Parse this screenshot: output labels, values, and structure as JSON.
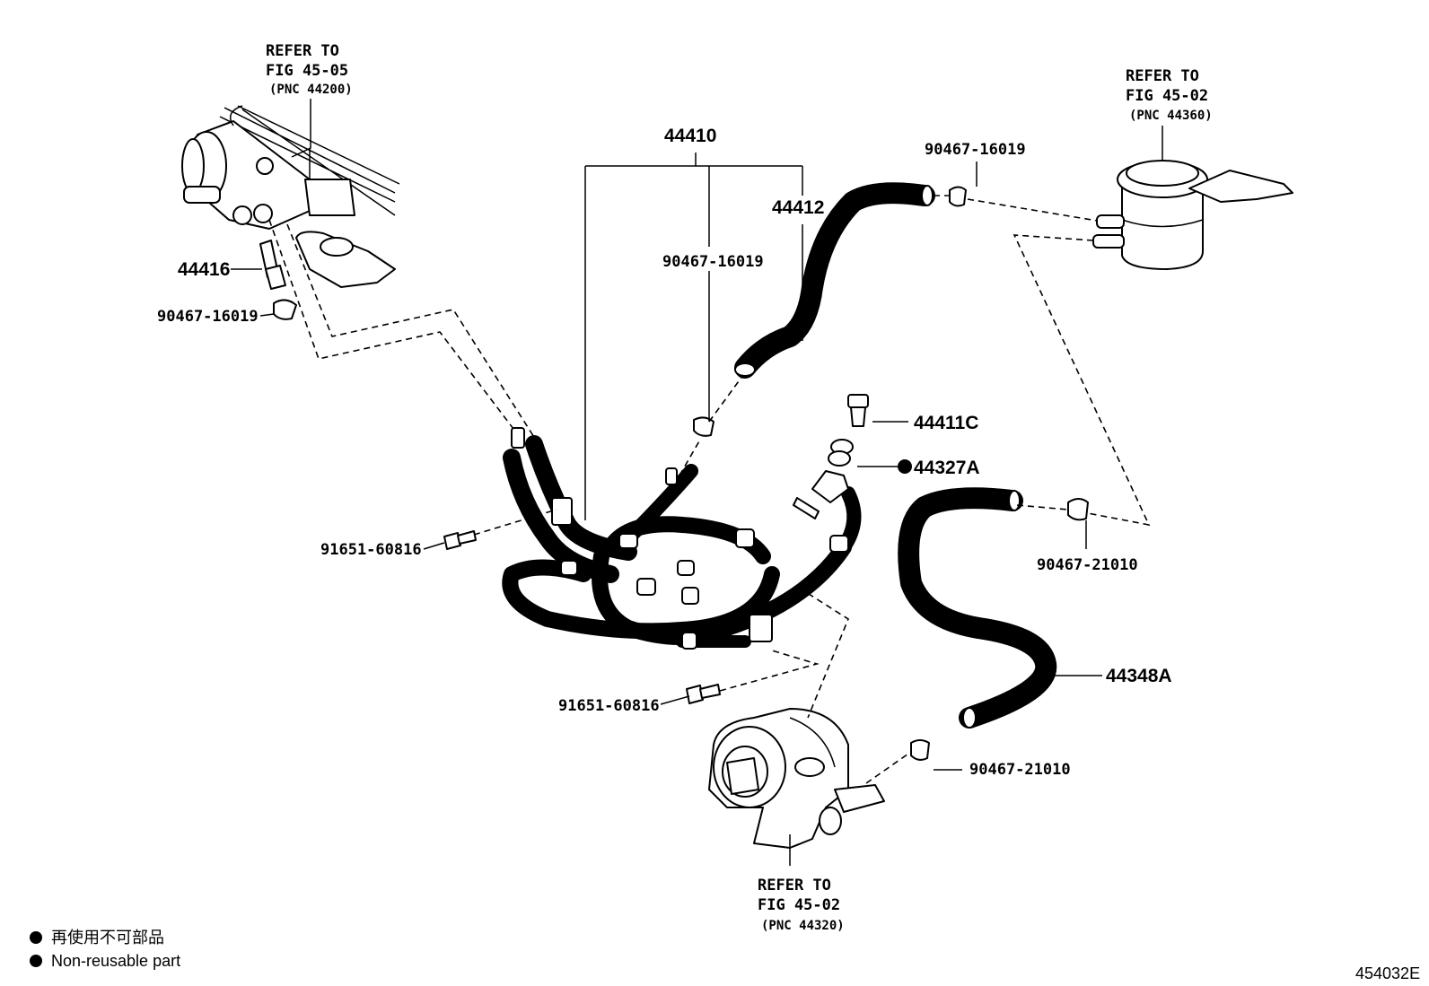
{
  "refs": {
    "rack": [
      "REFER TO",
      "FIG 45-05",
      "(PNC 44200)"
    ],
    "reservoir": [
      "REFER TO",
      "FIG 45-02",
      "(PNC 44360)"
    ],
    "pump": [
      "REFER TO",
      "FIG 45-02",
      "(PNC 44320)"
    ]
  },
  "parts": {
    "p44410": "44410",
    "p44412": "44412",
    "p44416": "44416",
    "clip_top_left": "90467-16019",
    "clip_center": "90467-16019",
    "clip_top_right": "90467-16019",
    "p44411c": "44411C",
    "p44327a": "44327A",
    "bolt_upper": "91651-60816",
    "bolt_lower": "91651-60816",
    "clip_mid_right": "90467-21010",
    "p44348a": "44348A",
    "clip_lower_right": "90467-21010"
  },
  "legend": {
    "jp": "再使用不可部品",
    "en": "Non-reusable part"
  },
  "figure_code": "454032E"
}
